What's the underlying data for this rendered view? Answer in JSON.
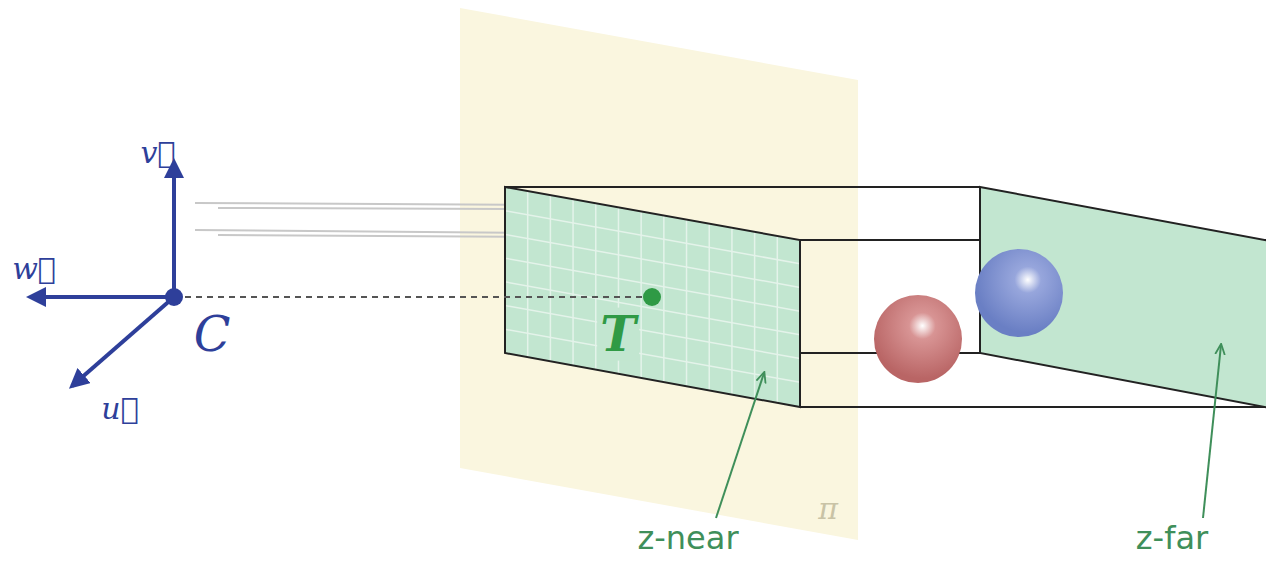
{
  "diagram": {
    "labels": [
      "v⃗",
      "w⃗",
      "C",
      "u⃗",
      "T",
      "π",
      "z-near",
      "z-far"
    ]
  }
}
